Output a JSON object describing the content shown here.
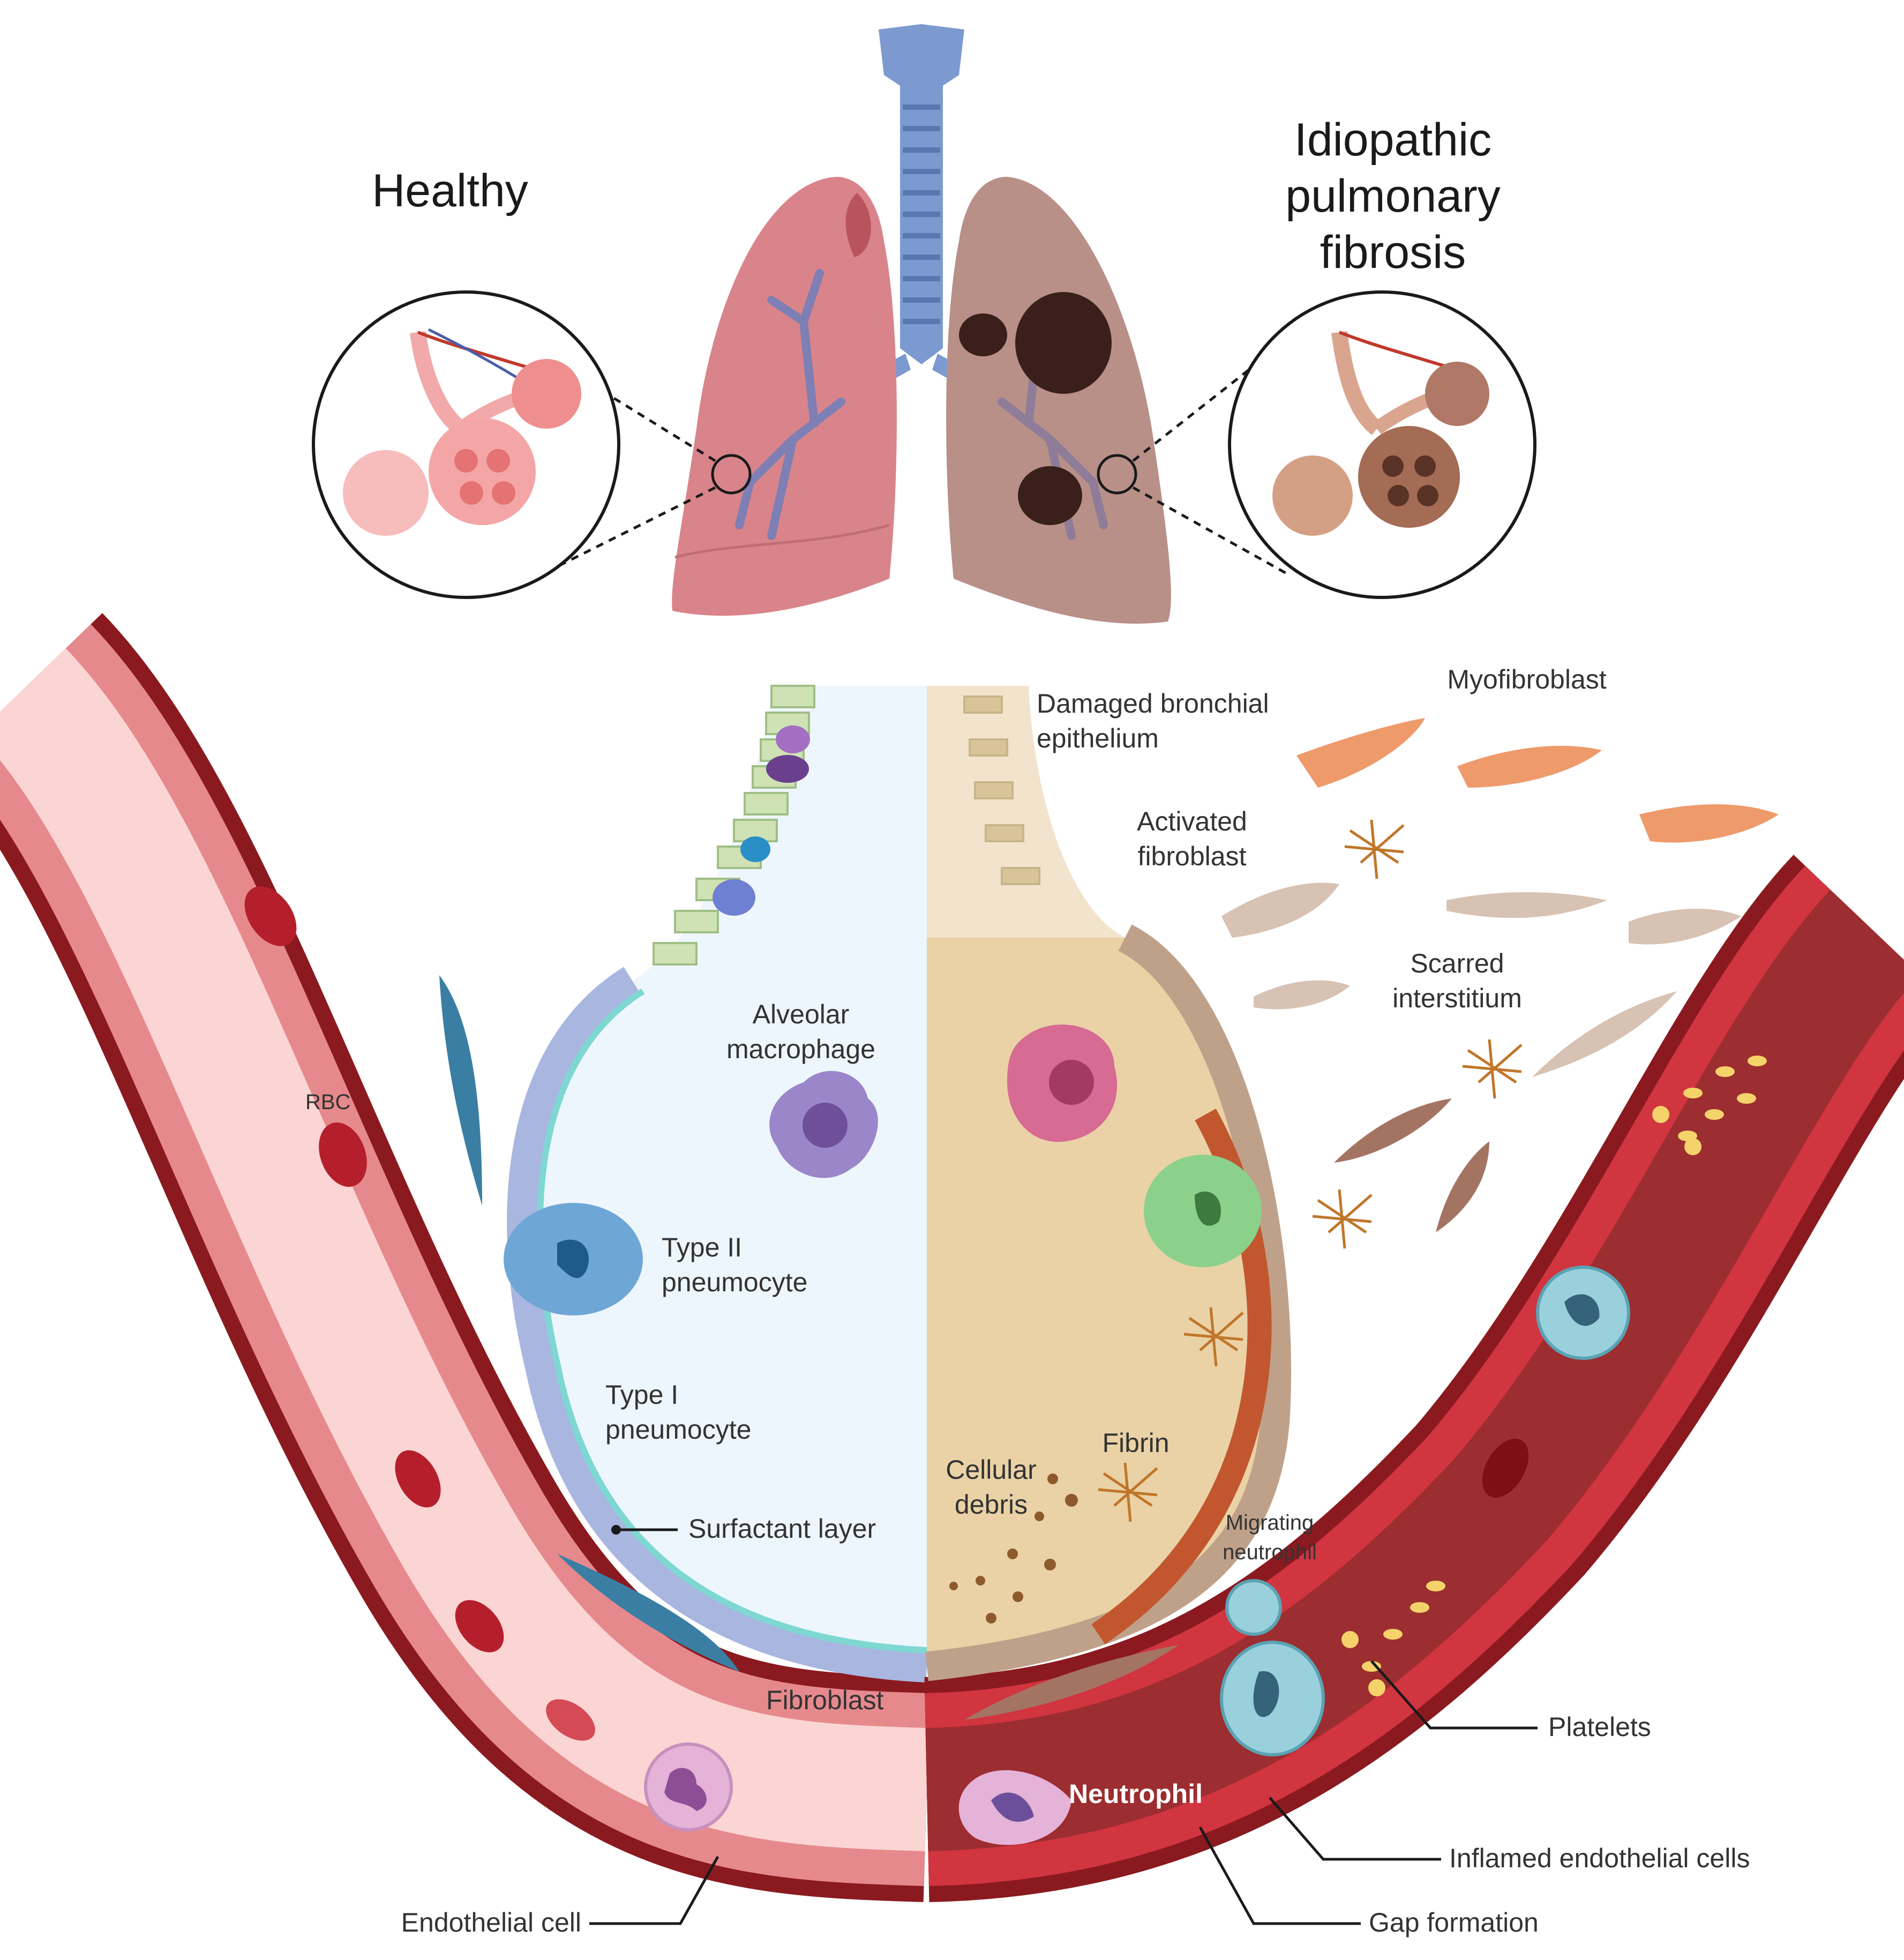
{
  "top": {
    "healthy_title": "Healthy",
    "ipf_title": [
      "Idiopathic",
      "pulmonary",
      "fibrosis"
    ]
  },
  "healthy_side": {
    "rbc": "RBC",
    "alveolar_macrophage": [
      "Alveolar",
      "macrophage"
    ],
    "type2_pneumocyte": [
      "Type II",
      "pneumocyte"
    ],
    "type1_pneumocyte": [
      "Type I",
      "pneumocyte"
    ],
    "surfactant_layer": "Surfactant layer",
    "fibroblast": "Fibroblast",
    "endothelial_cell": "Endothelial cell"
  },
  "ipf_side": {
    "damaged_bronchial": [
      "Damaged bronchial",
      "epithelium"
    ],
    "myofibroblast": "Myofibroblast",
    "activated_fibroblast": [
      "Activated",
      "fibroblast"
    ],
    "scarred_interstitium": [
      "Scarred",
      "interstitium"
    ],
    "cellular_debris": [
      "Cellular",
      "debris"
    ],
    "fibrin": "Fibrin",
    "migrating_neutrophil": [
      "Migrating",
      "neutrophil"
    ],
    "neutrophil": "Neutrophil",
    "platelets": "Platelets",
    "inflamed_endothelial": "Inflamed endothelial cells",
    "gap_formation": "Gap formation"
  },
  "colors": {
    "healthy_lung": "#d9848a",
    "ipf_lung": "#b89088",
    "trachea": "#6e8fc8",
    "vessel_wall_dark": "#8a1a1f",
    "vessel_healthy_lumen": "#fbd5d3",
    "vessel_ipf_lumen": "#9c2d30",
    "alveolus_healthy": "#eef6fd",
    "alveolus_ipf": "#ead2a6",
    "macrophage": "#9b86c9",
    "type2_cell": "#6ea7d6",
    "fibroblast_blue": "#3a7fa3",
    "myofibroblast": "#ee9a6b",
    "activated_fibroblast": "#d7c2b4",
    "fibrin": "#c0762a",
    "platelet": "#f5d36a"
  }
}
